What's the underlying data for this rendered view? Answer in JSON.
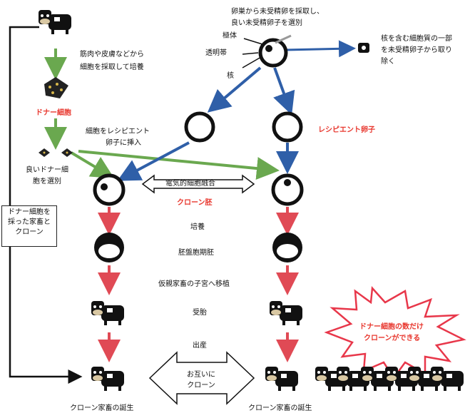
{
  "labels": {
    "ovary_collect": "卵巣から未受精卵を採取し、",
    "select_good_egg": "良い未受精卵子を選別",
    "polar_body": "極体",
    "zona": "透明帯",
    "nucleus": "核",
    "enucleate_1": "核を含む細胞質の一部",
    "enucleate_2": "を未受精卵子から取り",
    "enucleate_3": "除く",
    "collect_cells_1": "筋肉や皮膚などから",
    "collect_cells_2": "細胞を採取して培養",
    "donor_cell": "ドナー細胞",
    "insert_1": "細胞をレシピエント",
    "insert_2": "卵子に挿入",
    "recipient_egg": "レシピエント卵子",
    "select_donor_1": "良いドナー細",
    "select_donor_2": "胞を選別",
    "fusion": "電気的細胞融合",
    "clone_embryo": "クローン胚",
    "culture": "培養",
    "blastocyst": "胚盤胞期胚",
    "transfer": "仮親家畜の子宮へ移植",
    "pregnancy": "受胎",
    "birth": "出産",
    "donor_livestock_1": "ドナー細胞を",
    "donor_livestock_2": "採った家畜と",
    "donor_livestock_3": "クローン",
    "burst_1": "ドナー細胞の数だけ",
    "burst_2": "クローンができる",
    "mutual_1": "お互いに",
    "mutual_2": "クローン",
    "clone_birth_left": "クローン家畜の誕生",
    "clone_birth_right": "クローン家畜の誕生"
  },
  "colors": {
    "green_arrow": "#6aa84f",
    "blue_arrow": "#2f5fa8",
    "red_arrow": "#e04a55",
    "red_text": "#e8372e",
    "burst_stroke": "#e8374a"
  }
}
